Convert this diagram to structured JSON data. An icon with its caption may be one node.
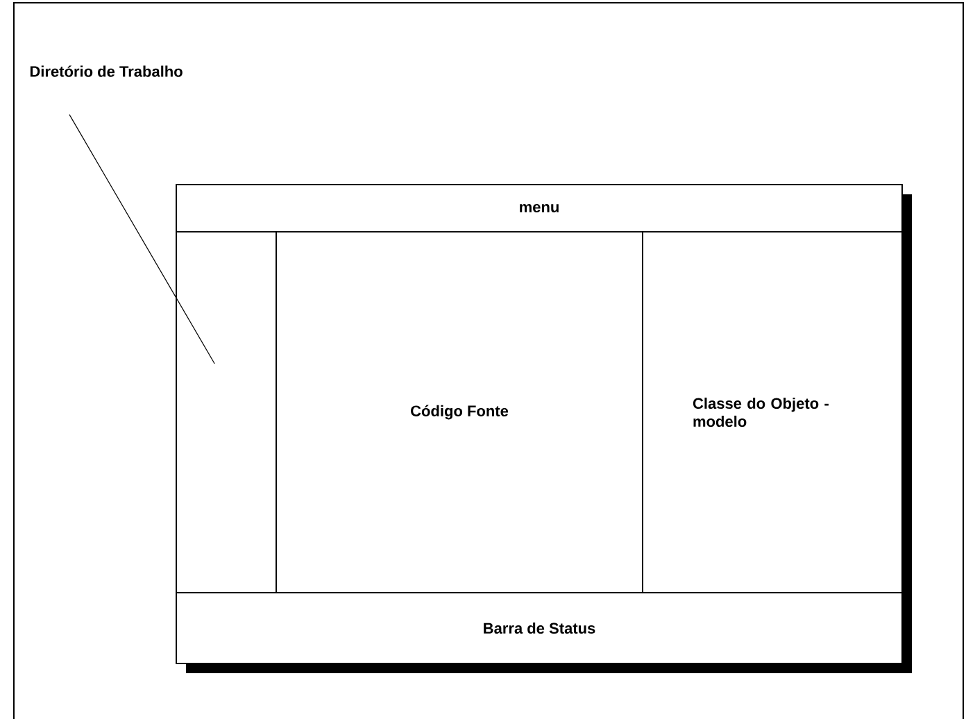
{
  "diagram": {
    "nodes": [
      {
        "text": [
          "Diretório de Trabalho"
        ]
      },
      {
        "text": [],
        "shape": "box"
      },
      {
        "text": [
          "menu"
        ],
        "in": 1
      },
      {
        "text": [],
        "shape": "box",
        "in": 1
      },
      {
        "text": [
          "Código Fonte"
        ],
        "in": 1
      },
      {
        "text": [
          "Classe do Objeto - modelo"
        ],
        "in": 1
      },
      {
        "text": [
          "Barra de Status"
        ],
        "in": 1
      }
    ],
    "edges": [
      {
        "from": 0,
        "to": 3,
        "arrow": "none"
      }
    ]
  }
}
